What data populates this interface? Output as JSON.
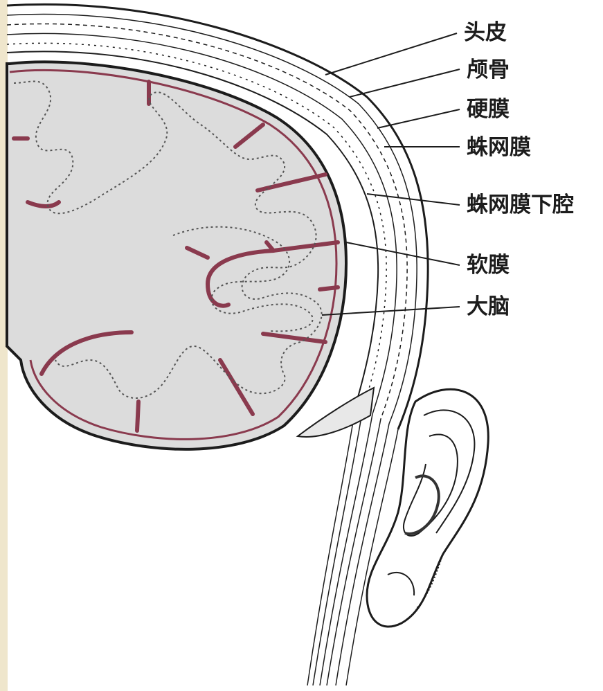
{
  "diagram": {
    "labels": {
      "scalp": "头皮",
      "skull": "颅骨",
      "dura": "硬膜",
      "arachnoid": "蛛网膜",
      "subarachnoid": "蛛网膜下腔",
      "pia": "软膜",
      "cerebrum": "大脑"
    },
    "colors": {
      "vessel": "#8a3a4e",
      "brain_fill": "#dcdcdc",
      "ink": "#1c1c1c",
      "left_strip": "#efe6cc"
    }
  }
}
